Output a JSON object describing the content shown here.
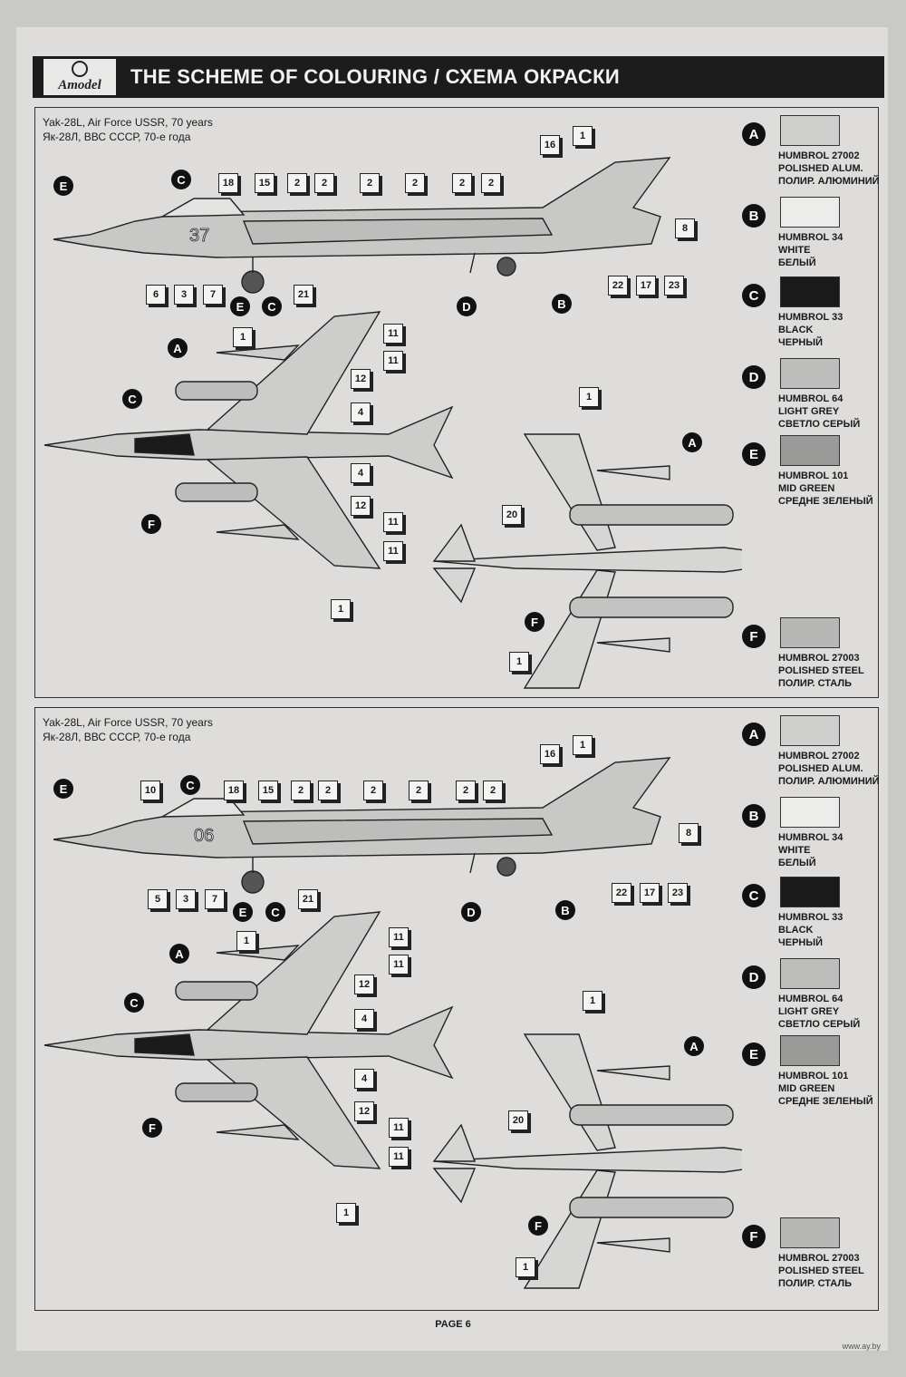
{
  "header": {
    "logo_text": "Amodel",
    "title": "THE SCHEME OF COLOURING / СХЕМА ОКРАСКИ"
  },
  "panels": [
    {
      "caption_en": "Yak-28L, Air Force USSR, 70 years",
      "caption_ru": "Як-28Л, ВВС СССР, 70-е года",
      "tail_number": "37",
      "callouts": [
        "16",
        "1",
        "18",
        "15",
        "2",
        "2",
        "2",
        "2",
        "2",
        "2",
        "8",
        "6",
        "3",
        "7",
        "21",
        "22",
        "17",
        "23",
        "1",
        "11",
        "11",
        "12",
        "4",
        "4",
        "12",
        "11",
        "11",
        "1",
        "1",
        "20",
        "1"
      ],
      "paint_marks": [
        "E",
        "C",
        "E",
        "C",
        "D",
        "B",
        "A",
        "C",
        "F",
        "A",
        "F"
      ]
    },
    {
      "caption_en": "Yak-28L, Air Force USSR, 70 years",
      "caption_ru": "Як-28Л, ВВС СССР, 70-е года",
      "tail_number": "06",
      "callouts": [
        "16",
        "1",
        "10",
        "18",
        "15",
        "2",
        "2",
        "2",
        "2",
        "2",
        "2",
        "8",
        "5",
        "3",
        "7",
        "21",
        "22",
        "17",
        "23",
        "1",
        "11",
        "11",
        "12",
        "4",
        "4",
        "12",
        "11",
        "11",
        "1",
        "1",
        "20",
        "1"
      ],
      "paint_marks": [
        "E",
        "C",
        "E",
        "C",
        "D",
        "B",
        "A",
        "C",
        "F",
        "A",
        "F"
      ]
    }
  ],
  "palette": [
    {
      "letter": "A",
      "code": "HUMBROL 27002",
      "name_en": "POLISHED ALUM.",
      "name_ru": "ПОЛИР. АЛЮМИНИЙ",
      "color": "#cfcfcd"
    },
    {
      "letter": "B",
      "code": "HUMBROL 34",
      "name_en": "WHITE",
      "name_ru": "БЕЛЫЙ",
      "color": "#ececea"
    },
    {
      "letter": "C",
      "code": "HUMBROL 33",
      "name_en": "BLACK",
      "name_ru": "ЧЕРНЫЙ",
      "color": "#1a1a1a"
    },
    {
      "letter": "D",
      "code": "HUMBROL 64",
      "name_en": "LIGHT GREY",
      "name_ru": "СВЕТЛО СЕРЫЙ",
      "color": "#bdbdbb"
    },
    {
      "letter": "E",
      "code": "HUMBROL 101",
      "name_en": "MID GREEN",
      "name_ru": "СРЕДНЕ ЗЕЛЕНЫЙ",
      "color": "#9a9a98"
    },
    {
      "letter": "F",
      "code": "HUMBROL 27003",
      "name_en": "POLISHED STEEL",
      "name_ru": "ПОЛИР. СТАЛЬ",
      "color": "#b7b7b5"
    }
  ],
  "footer": {
    "page_label": "PAGE 6"
  },
  "watermark": "www.ay.by"
}
